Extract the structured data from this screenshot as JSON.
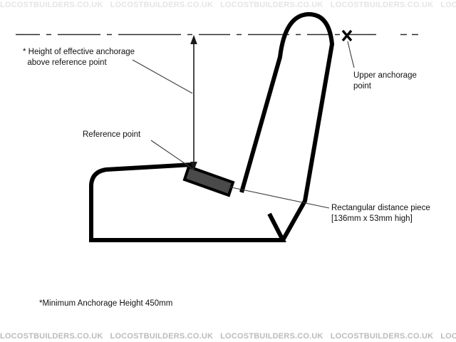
{
  "diagram": {
    "title": "Seat belt upper anchorage height measurement diagram",
    "background_color": "#ffffff",
    "line_color": "#000000",
    "block_color": "#4a4a4a",
    "labels": {
      "height_of_effective_anchorage": "* Height of effective anchorage\n  above reference point",
      "upper_anchorage_point": "Upper anchorage\npoint",
      "reference_point": "Reference point",
      "rectangular_distance_piece": "Rectangular distance piece\n[136mm x 53mm high]",
      "minimum_anchorage_height": "*Minimum Anchorage Height 450mm"
    },
    "markers": {
      "upper_anchorage_marker": "X"
    },
    "watermark": {
      "text": "LOCOSTBUILDERS.CO.UK",
      "repeat": 9
    }
  },
  "chart_data": {
    "type": "diagram",
    "title": "Seat belt upper anchorage height measurement",
    "annotations": [
      "* Height of effective anchorage above reference point",
      "Upper anchorage point",
      "Reference point",
      "Rectangular distance piece [136mm x 53mm high]",
      "*Minimum Anchorage Height 450mm"
    ],
    "dimensions": {
      "distance_piece_length_mm": 136,
      "distance_piece_height_mm": 53,
      "minimum_anchorage_height_mm": 450
    }
  }
}
